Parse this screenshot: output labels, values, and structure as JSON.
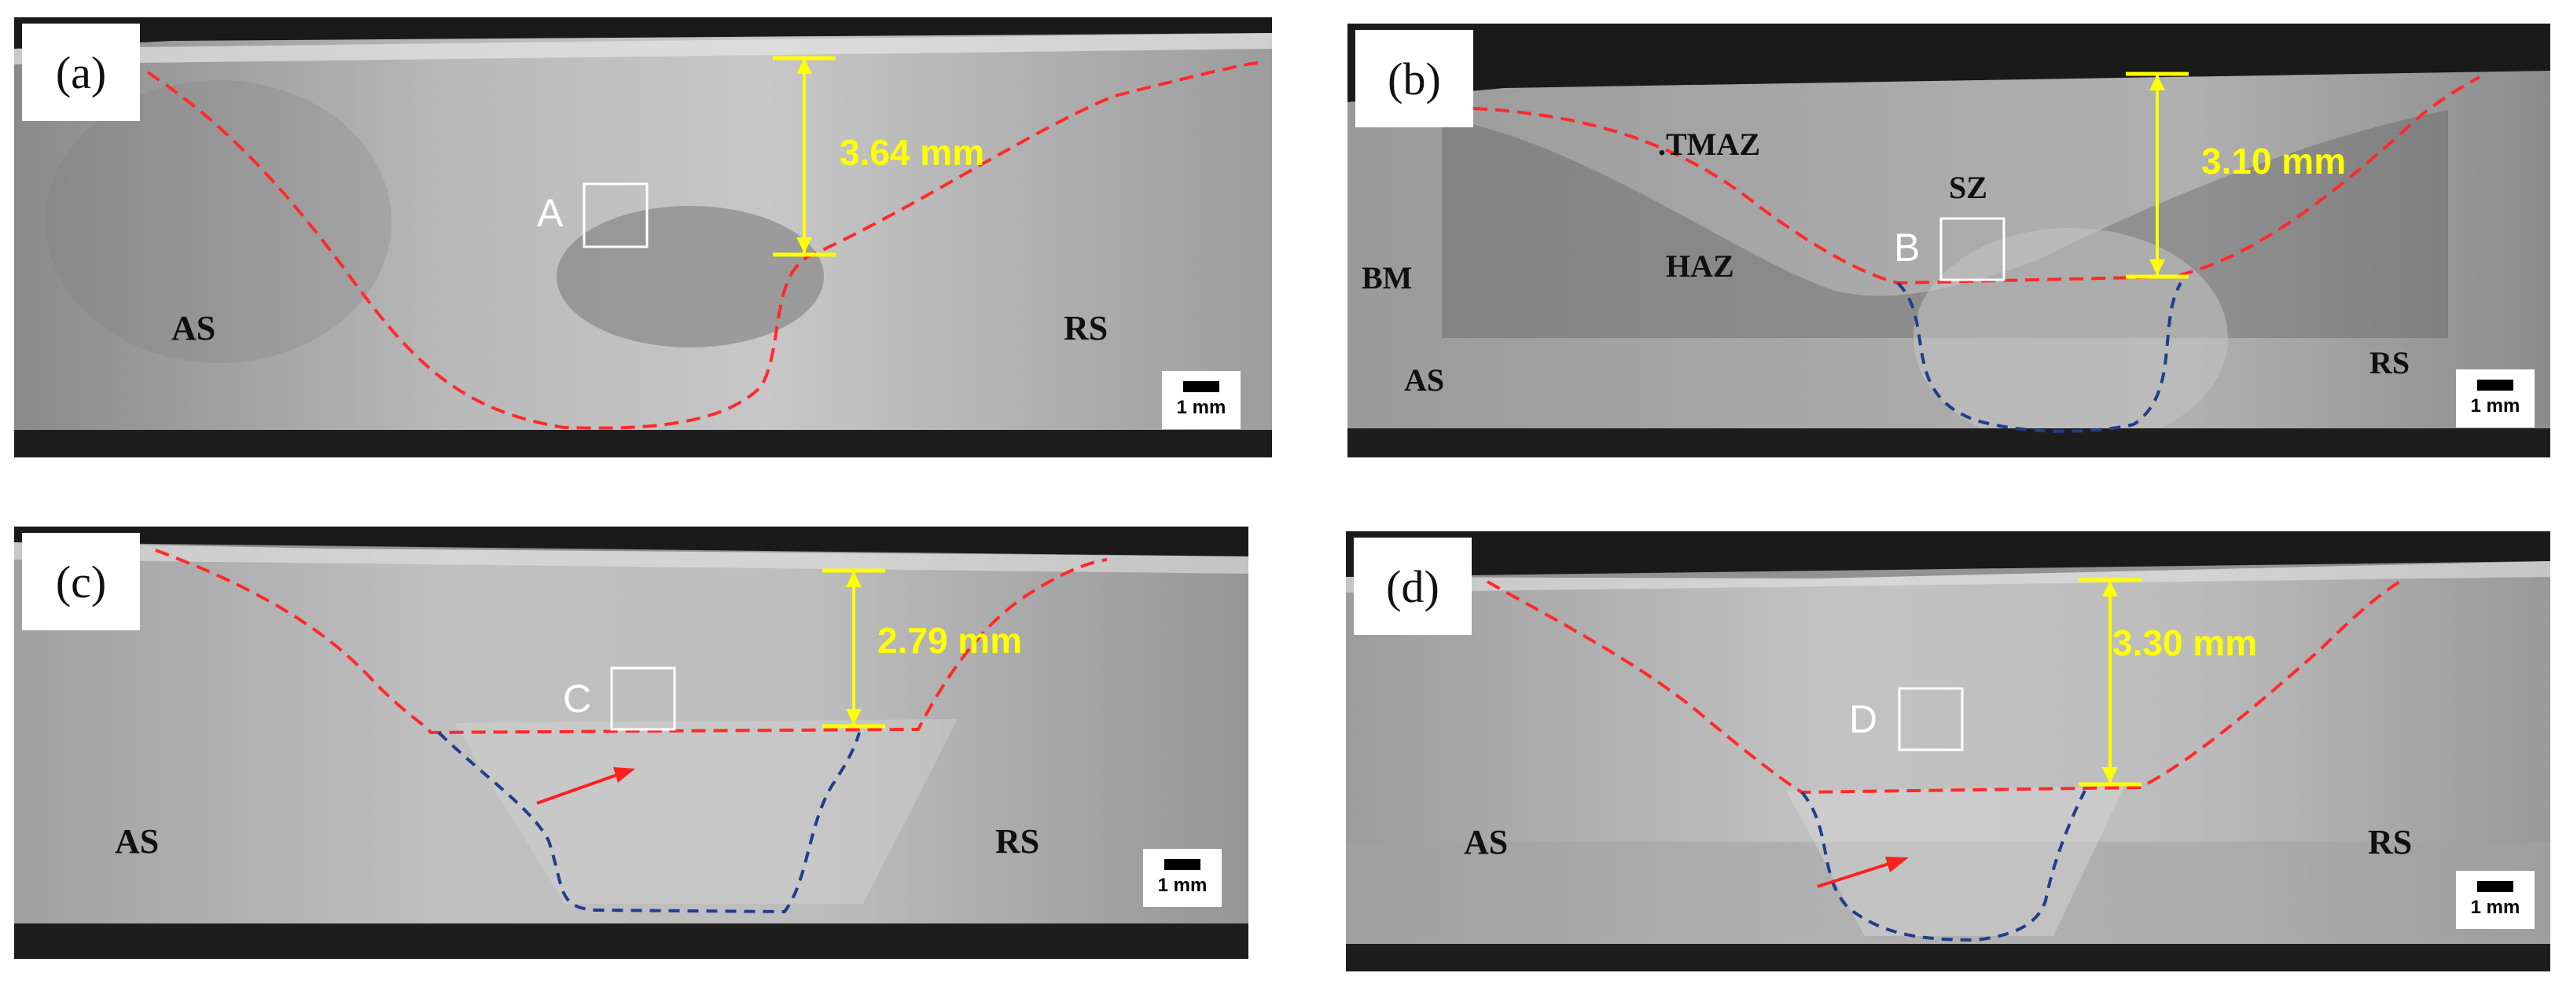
{
  "panels": {
    "a": {
      "tag": "(a)",
      "measurement": "3.64 mm",
      "box_label": "A",
      "left_side": "AS",
      "right_side": "RS",
      "scale": "1 mm"
    },
    "b": {
      "tag": "(b)",
      "measurement": "3.10 mm",
      "box_label": "B",
      "left_side": "AS",
      "right_side": "RS",
      "scale": "1 mm",
      "zones": {
        "tmaz": ".TMAZ",
        "sz": "SZ",
        "haz": "HAZ",
        "bm": "BM"
      }
    },
    "c": {
      "tag": "(c)",
      "measurement": "2.79 mm",
      "box_label": "C",
      "left_side": "AS",
      "right_side": "RS",
      "scale": "1 mm"
    },
    "d": {
      "tag": "(d)",
      "measurement": "3.30 mm",
      "box_label": "D",
      "left_side": "AS",
      "right_side": "RS",
      "scale": "1 mm"
    }
  },
  "colors": {
    "boundary": "#ff2a2a",
    "nugget": "#1f3e8c",
    "measure": "#ffff00",
    "arrow": "#ff2020"
  }
}
